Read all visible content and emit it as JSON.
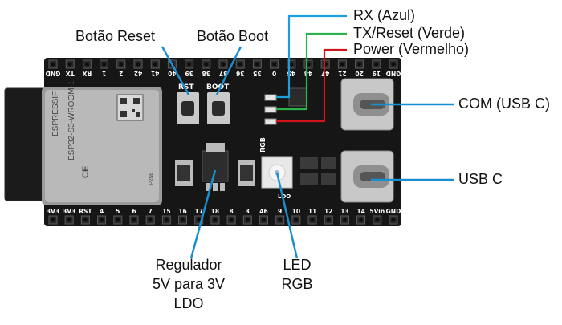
{
  "labels": {
    "reset_button": "Botão Reset",
    "boot_button": "Botão Boot",
    "rx": "RX (Azul)",
    "tx_reset": "TX/Reset (Verde)",
    "power": "Power (Vermelho)",
    "com_usb": "COM (USB C)",
    "usb_c": "USB C",
    "regulator_line1": "Regulador",
    "regulator_line2": "5V para 3V",
    "regulator_line3": "LDO",
    "led_line1": "LED",
    "led_line2": "RGB"
  },
  "board": {
    "top_pins": [
      "GND",
      "TX",
      "RX",
      "1",
      "2",
      "42",
      "41",
      "40",
      "39",
      "38",
      "37",
      "36",
      "35",
      "0",
      "45",
      "48",
      "47",
      "21",
      "20",
      "19",
      "GND"
    ],
    "bottom_pins": [
      "3V3",
      "3V3",
      "RST",
      "4",
      "5",
      "6",
      "7",
      "15",
      "16",
      "17",
      "18",
      "8",
      "3",
      "46",
      "9",
      "10",
      "11",
      "12",
      "13",
      "14",
      "5Vin",
      "GND"
    ],
    "silk_rst": "RST",
    "silk_boot": "BOOT",
    "silk_rgb": "RGB",
    "silk_ldo": "LDO",
    "module_brand": "ESPRESSIF",
    "module_model": "ESP32-S3-WROOM-1",
    "module_part": "P2N8",
    "module_cert": "CE"
  },
  "colors": {
    "rx_line": "#1a9fdb",
    "tx_line": "#2bb24c",
    "power_line": "#d0141b",
    "pointer_line": "#1a8fd0",
    "board": "#161616"
  }
}
